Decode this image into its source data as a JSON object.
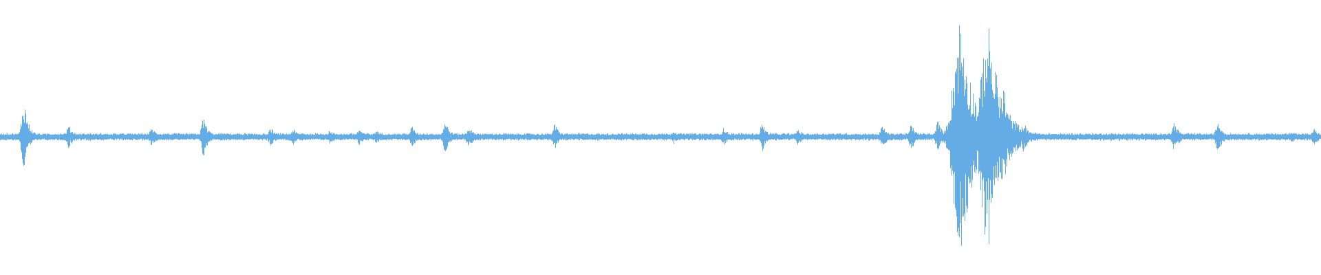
{
  "waveform": {
    "color": "#63ace5",
    "background": "#ffffff",
    "bursts": [
      {
        "position": 0.018,
        "amplitude": 0.32
      },
      {
        "position": 0.052,
        "amplitude": 0.09
      },
      {
        "position": 0.115,
        "amplitude": 0.07
      },
      {
        "position": 0.154,
        "amplitude": 0.16
      },
      {
        "position": 0.205,
        "amplitude": 0.07
      },
      {
        "position": 0.222,
        "amplitude": 0.06
      },
      {
        "position": 0.25,
        "amplitude": 0.05
      },
      {
        "position": 0.272,
        "amplitude": 0.06
      },
      {
        "position": 0.285,
        "amplitude": 0.05
      },
      {
        "position": 0.312,
        "amplitude": 0.08
      },
      {
        "position": 0.337,
        "amplitude": 0.13
      },
      {
        "position": 0.355,
        "amplitude": 0.08
      },
      {
        "position": 0.42,
        "amplitude": 0.1
      },
      {
        "position": 0.51,
        "amplitude": 0.05
      },
      {
        "position": 0.548,
        "amplitude": 0.07
      },
      {
        "position": 0.577,
        "amplitude": 0.11
      },
      {
        "position": 0.604,
        "amplitude": 0.06
      },
      {
        "position": 0.668,
        "amplitude": 0.09
      },
      {
        "position": 0.69,
        "amplitude": 0.1
      },
      {
        "position": 0.71,
        "amplitude": 0.13
      },
      {
        "position": 0.727,
        "amplitude": 1.0
      },
      {
        "position": 0.748,
        "amplitude": 0.95
      },
      {
        "position": 0.76,
        "amplitude": 0.45
      },
      {
        "position": 0.775,
        "amplitude": 0.12
      },
      {
        "position": 0.889,
        "amplitude": 0.12
      },
      {
        "position": 0.922,
        "amplitude": 0.13
      },
      {
        "position": 0.978,
        "amplitude": 0.05
      },
      {
        "position": 0.995,
        "amplitude": 0.06
      }
    ]
  }
}
